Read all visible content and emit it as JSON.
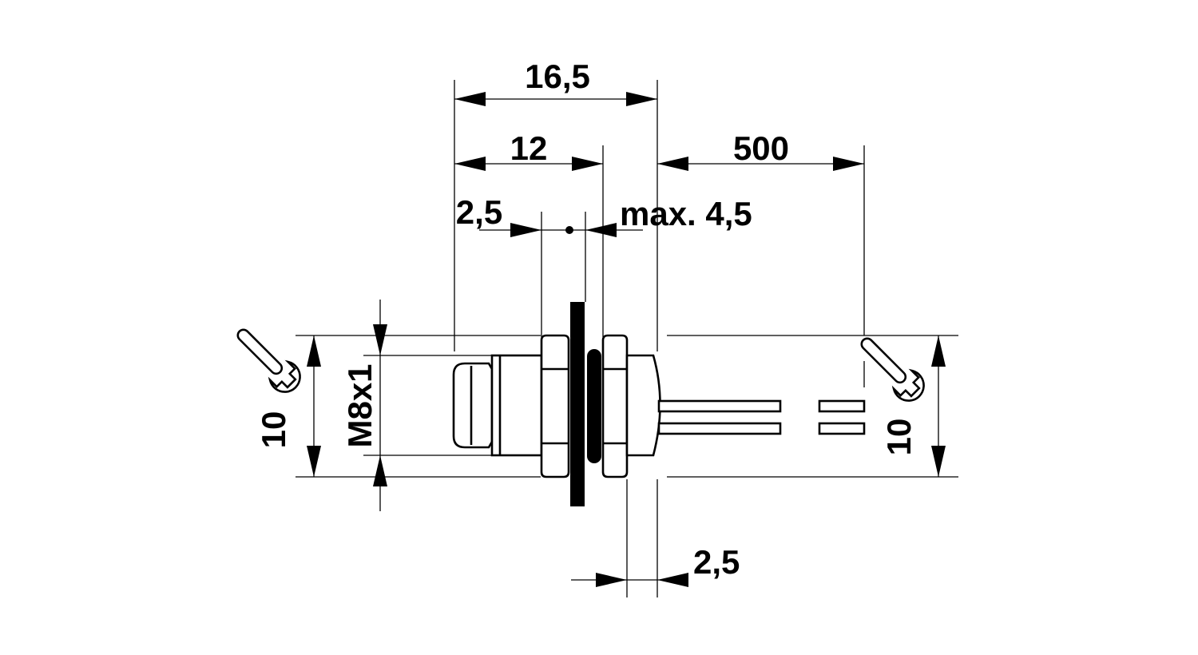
{
  "drawing": {
    "dimensions": {
      "overall_length": "16,5",
      "housing_length": "12",
      "nut_width": "2,5",
      "panel_thickness": "max. 4,5",
      "cable_length": "500",
      "rear_offset": "2,5",
      "thread": "M8x1",
      "wrench_size_left": "10",
      "wrench_size_right": "10"
    },
    "icons": {
      "left_wrench": "wrench-icon",
      "right_wrench": "wrench-icon",
      "cable_break": "break-symbol"
    },
    "colors": {
      "line": "#000000",
      "background": "#ffffff"
    }
  }
}
